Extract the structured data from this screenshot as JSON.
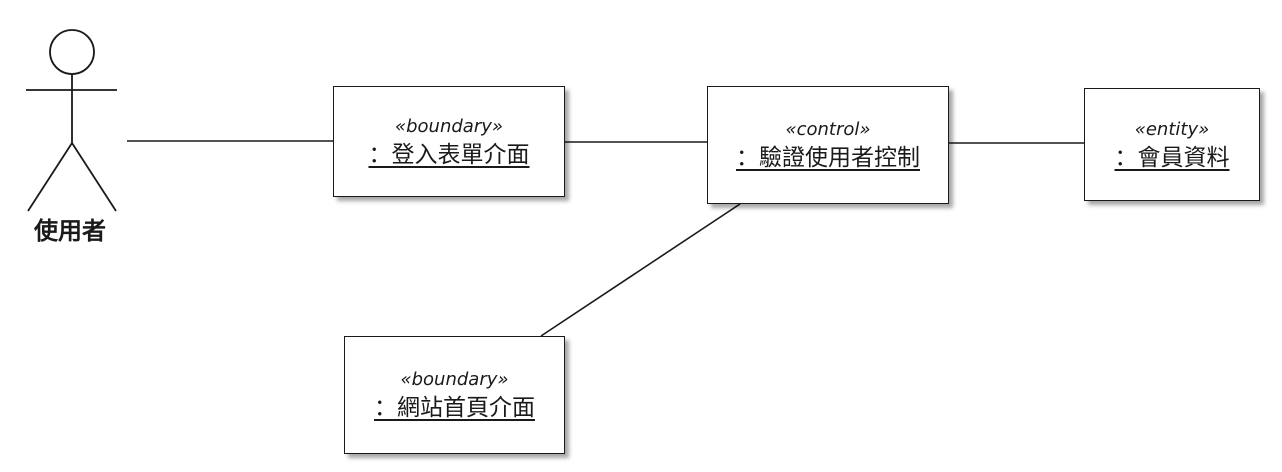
{
  "actor": {
    "label": "使用者",
    "icon": "stick-figure-icon"
  },
  "nodes": {
    "login_form": {
      "stereotype": "«boundary»",
      "name": "：登入表單介面"
    },
    "verify_control": {
      "stereotype": "«control»",
      "name": "：驗證使用者控制"
    },
    "member_data": {
      "stereotype": "«entity»",
      "name": "：會員資料"
    },
    "homepage": {
      "stereotype": "«boundary»",
      "name": "：網站首頁介面"
    }
  },
  "colors": {
    "line": "#1a1a1a",
    "background": "#ffffff"
  }
}
